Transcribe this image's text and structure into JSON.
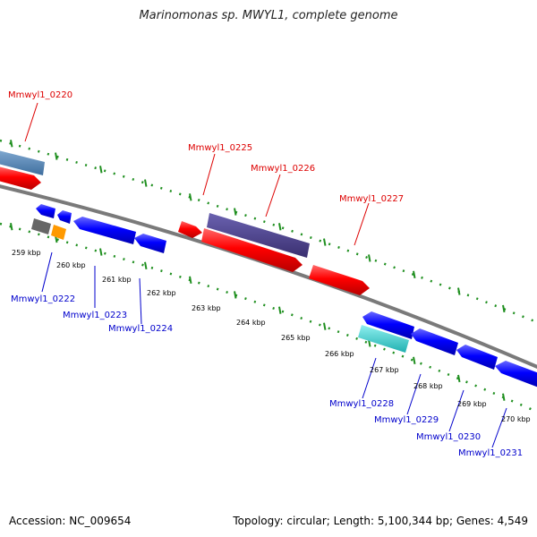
{
  "title": "Marinomonas sp. MWYL1, complete genome",
  "footer": {
    "accession": "Accession: NC_009654",
    "summary": "Topology: circular; Length: 5,100,344 bp; Genes: 4,549"
  },
  "colors": {
    "forward_gene": "#ff0000",
    "reverse_gene": "#0000ff",
    "forward_label": "#dd0000",
    "reverse_label": "#0000cc",
    "backbone": "#808080",
    "tick": "#008000",
    "steelblue_feature": "#4a7fb0",
    "slateblue_feature": "#4b3f8a",
    "cyan_feature": "#33cccc",
    "gray_feature": "#666666",
    "orange_feature": "#ff9900"
  },
  "scale_labels": [
    "259 kbp",
    "260 kbp",
    "261 kbp",
    "262 kbp",
    "263 kbp",
    "264 kbp",
    "265 kbp",
    "266 kbp",
    "267 kbp",
    "268 kbp",
    "269 kbp",
    "270 kbp"
  ],
  "forward_labels": [
    "Mmwyl1_0220",
    "Mmwyl1_0225",
    "Mmwyl1_0226",
    "Mmwyl1_0227"
  ],
  "reverse_labels": [
    "Mmwyl1_0222",
    "Mmwyl1_0223",
    "Mmwyl1_0224",
    "Mmwyl1_0228",
    "Mmwyl1_0229",
    "Mmwyl1_0230",
    "Mmwyl1_0231"
  ]
}
